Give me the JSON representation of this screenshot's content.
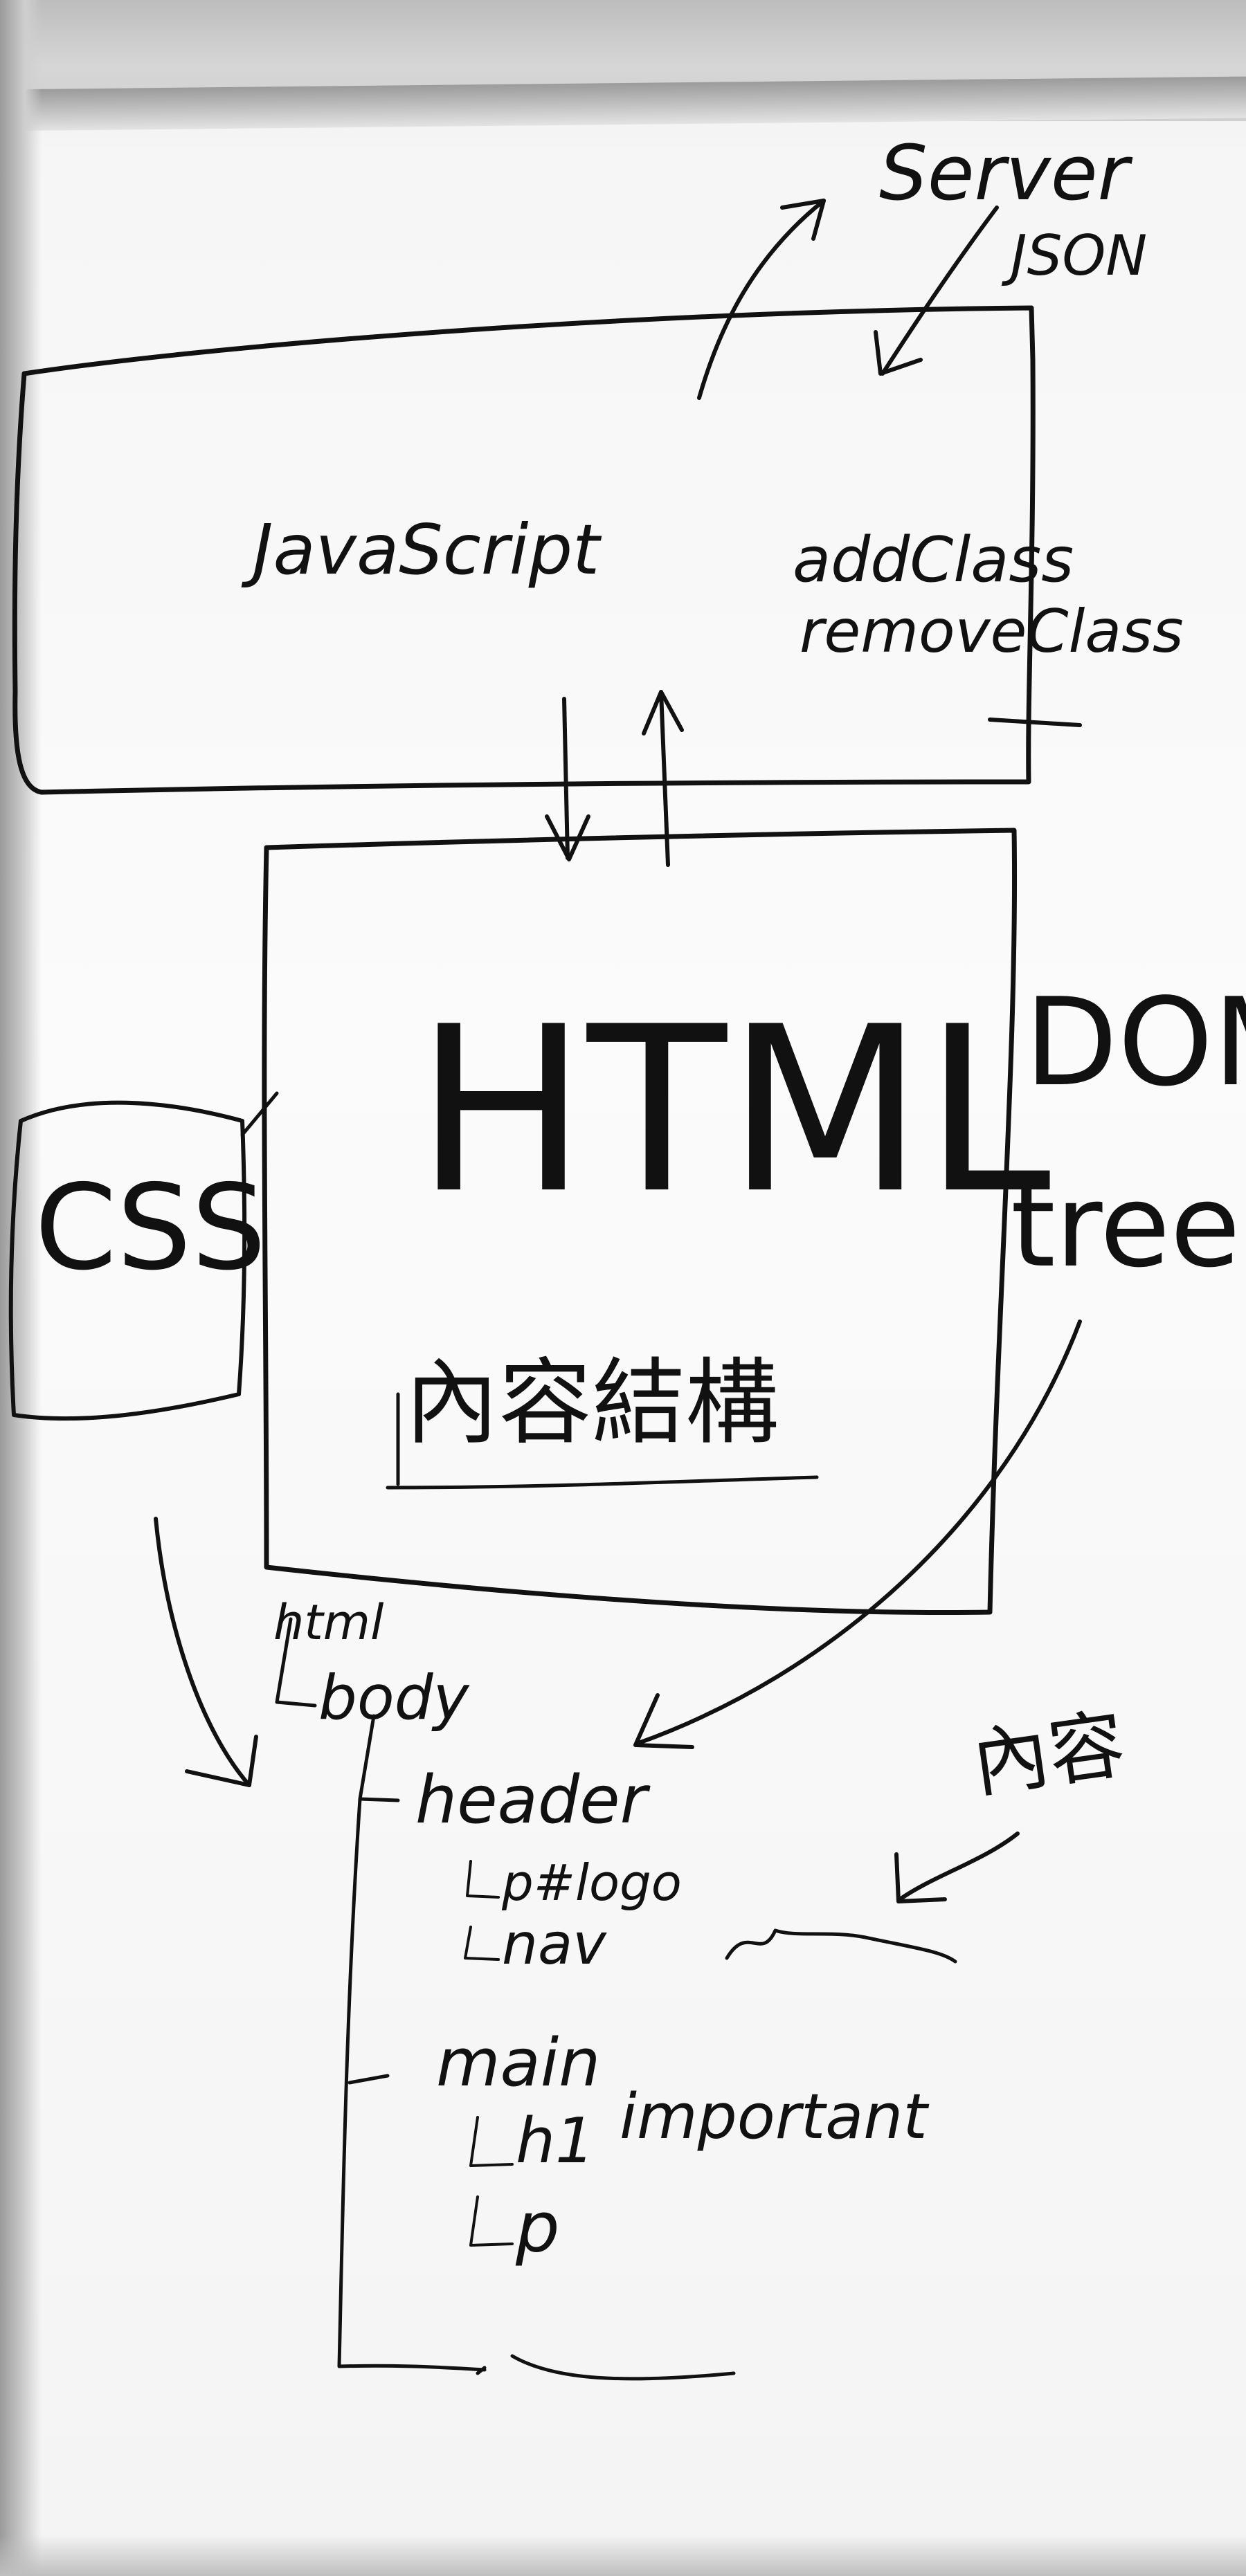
{
  "ink_color": "#111111",
  "board_color": "#fafafa",
  "labels": {
    "server": "Server",
    "json": "JSON",
    "javascript": "JavaScript",
    "addclass": "addClass",
    "removeclass": "removeClass",
    "html": "HTML",
    "content_structure": "內容結構",
    "css": "CSS",
    "dom_line1": "DOM",
    "dom_line2": "tree",
    "content_note": "內容"
  },
  "dom_tree": {
    "html": "html",
    "body": "body",
    "header": "header",
    "p_logo": "p#logo",
    "nav": "nav",
    "main": "main",
    "h1": "h1",
    "important": "important",
    "p": "p"
  }
}
